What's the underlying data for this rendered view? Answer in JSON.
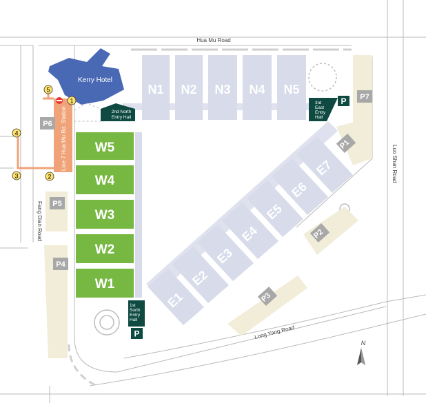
{
  "colors": {
    "hall_north_east": "#d7dbea",
    "hall_west": "#77b842",
    "parking": "#f1edd8",
    "parking_badge": "#a8a8a8",
    "entry": "#0e4a42",
    "metro_line": "#f0a378",
    "kerry_hotel": "#4a69b5",
    "road": "#b9b9b9"
  },
  "roads": {
    "hua_mu": "Hua Mu Road",
    "luo_shan": "Luo Shan Road",
    "long_yang": "Long Yang Road",
    "fang_dian": "Fang Dian Road"
  },
  "north_halls": [
    "N1",
    "N2",
    "N3",
    "N4",
    "N5"
  ],
  "east_halls": [
    "E1",
    "E2",
    "E3",
    "E4",
    "E5",
    "E6",
    "E7"
  ],
  "west_halls": [
    "W5",
    "W4",
    "W3",
    "W2",
    "W1"
  ],
  "parking": [
    "P1",
    "P2",
    "P3",
    "P4",
    "P5",
    "P6",
    "P7"
  ],
  "entries": {
    "north": {
      "line1": "2nd North",
      "line2": "Entry Hall"
    },
    "east": {
      "line1": "3rd",
      "line2": "East",
      "line3": "Entry",
      "line4": "Hall"
    },
    "south": {
      "line1": "1st",
      "line2": "Sorth",
      "line3": "Entry",
      "line4": "Hall"
    }
  },
  "parking_symbol": "P",
  "hotel": "Kerry Hotel",
  "metro": "Line 7 Hua Mu Rd. Station",
  "exits": [
    "1",
    "2",
    "3",
    "4",
    "5"
  ],
  "north_arrow": "N",
  "icons": [
    "metro-station-icon",
    "parking-sign-icon",
    "north-arrow-icon",
    "roundabout-icon"
  ]
}
